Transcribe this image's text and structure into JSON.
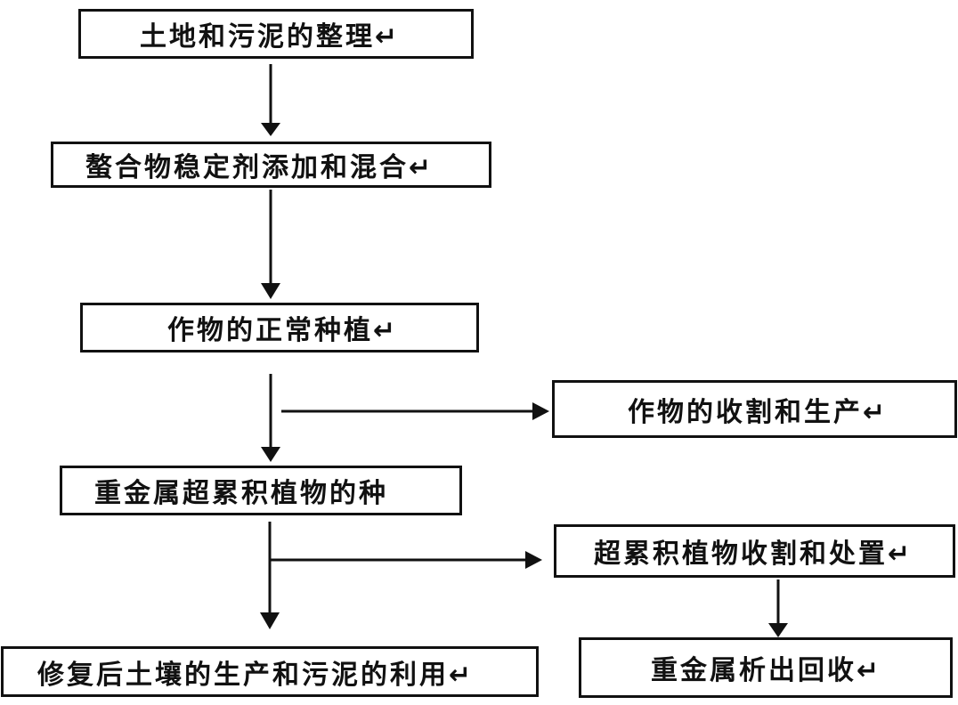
{
  "steps": {
    "step1": "土地和污泥的整理↵",
    "step2": "螯合物稳定剂添加和混合↵",
    "step3": "作物的正常种植↵",
    "step4": "作物的收割和生产↵",
    "step5": "重金属超累积植物的种",
    "step6": "超累积植物收割和处置↵",
    "step7": "修复后土壤的生产和污泥的利用↵",
    "step8": "重金属析出回收↵"
  },
  "style": {
    "line_color": "#111111",
    "box_fill": "#ffffff"
  }
}
